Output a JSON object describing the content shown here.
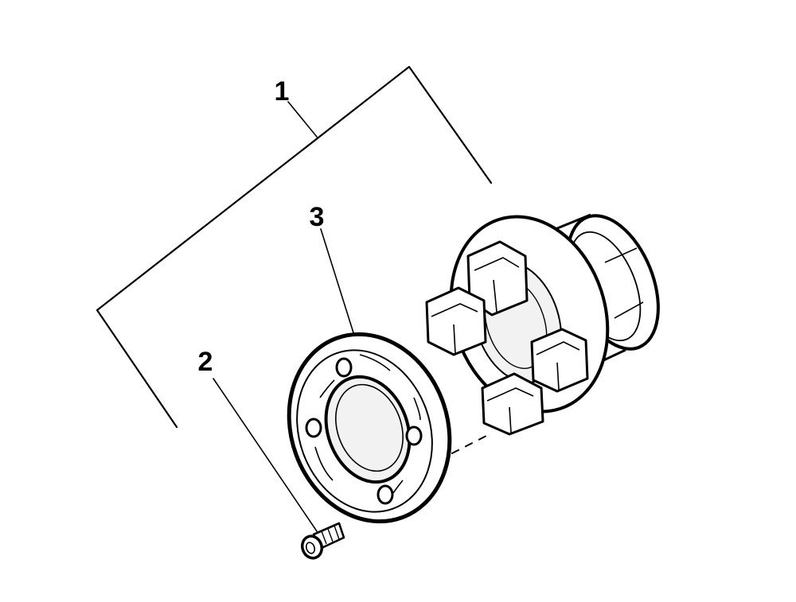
{
  "callouts": {
    "assembly": "1",
    "screw": "2",
    "flange": "3"
  },
  "colors": {
    "line": "#000000",
    "fill": "#ffffff",
    "background": "#ffffff"
  }
}
